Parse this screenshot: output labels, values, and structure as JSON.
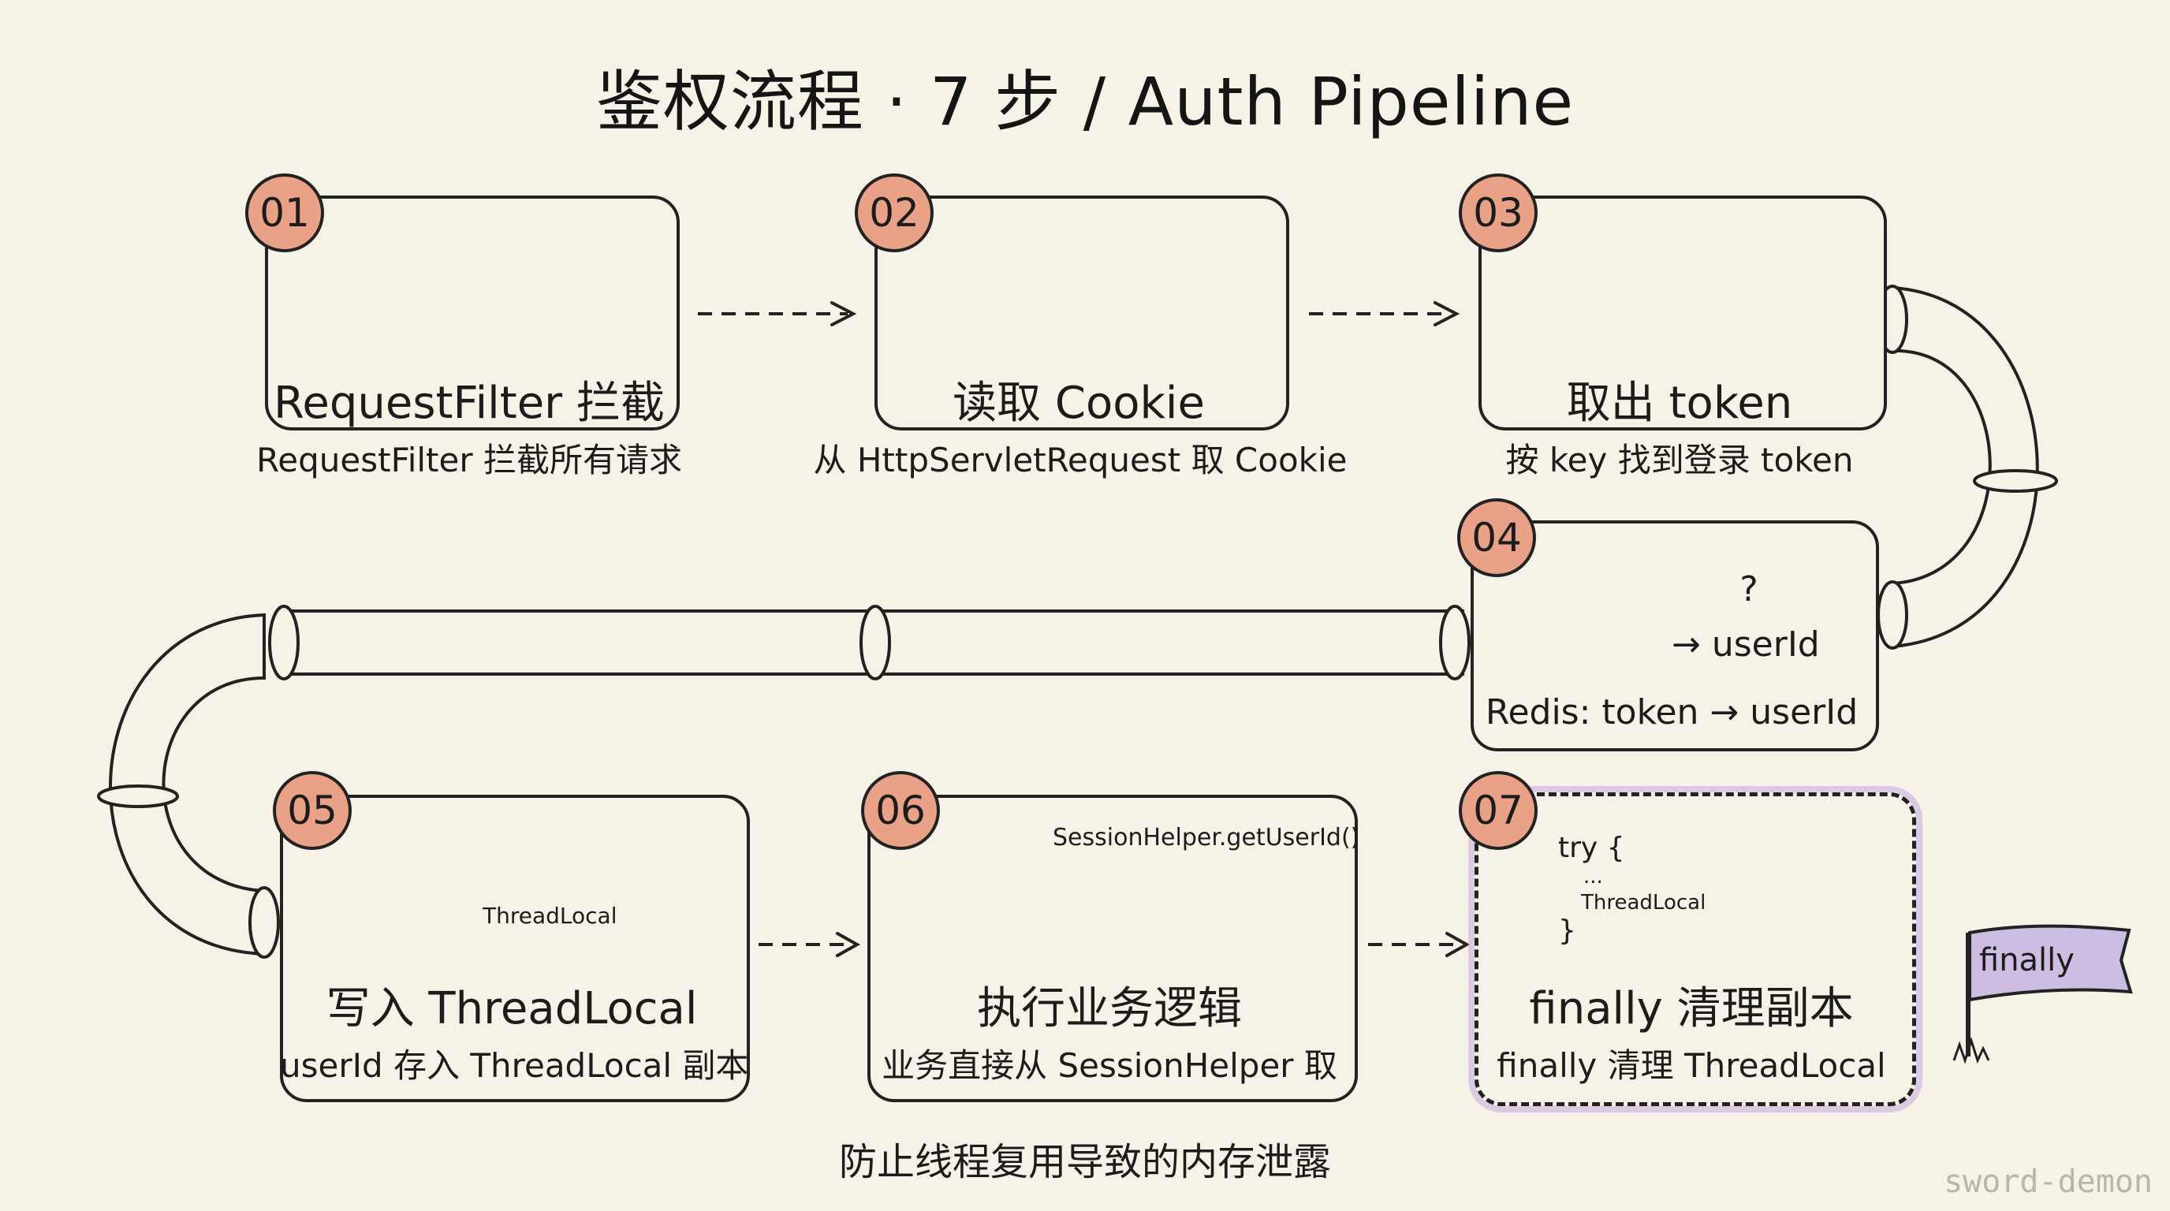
{
  "title": "鉴权流程 · 7 步 / Auth Pipeline",
  "steps": [
    {
      "num": "01",
      "label": "RequestFilter 拦截",
      "sub": "RequestFilter 拦截所有请求"
    },
    {
      "num": "02",
      "label": "读取 Cookie",
      "sub": "从 HttpServletRequest 取 Cookie"
    },
    {
      "num": "03",
      "label": "取出 token",
      "sub": "按 key 找到登录 token"
    },
    {
      "num": "04",
      "label": "Redis: token → userId",
      "icon_question": "?",
      "icon_output": "→ userId"
    },
    {
      "num": "05",
      "label": "写入 ThreadLocal",
      "sub": "userId 存入 ThreadLocal 副本",
      "box_text": "ThreadLocal"
    },
    {
      "num": "06",
      "label": "执行业务逻辑",
      "sub": "业务直接从 SessionHelper 取",
      "thought": "SessionHelper.getUserId()"
    },
    {
      "num": "07",
      "label": "finally 清理副本",
      "sub": "finally 清理 ThreadLocal",
      "code_try": "try {",
      "code_dots": "...",
      "code_tl": "ThreadLocal",
      "code_close": "}"
    }
  ],
  "flag_text": "finally",
  "footer_note": "防止线程复用导致的内存泄露",
  "watermark": "sword-demon",
  "colors": {
    "background": "#f6f2e7",
    "badge": "#e9a187",
    "ink": "#222222",
    "green": "#a9c19a",
    "yellow": "#ecd38a",
    "lavender": "#cdbde2",
    "cookie": "#c98f5e"
  }
}
